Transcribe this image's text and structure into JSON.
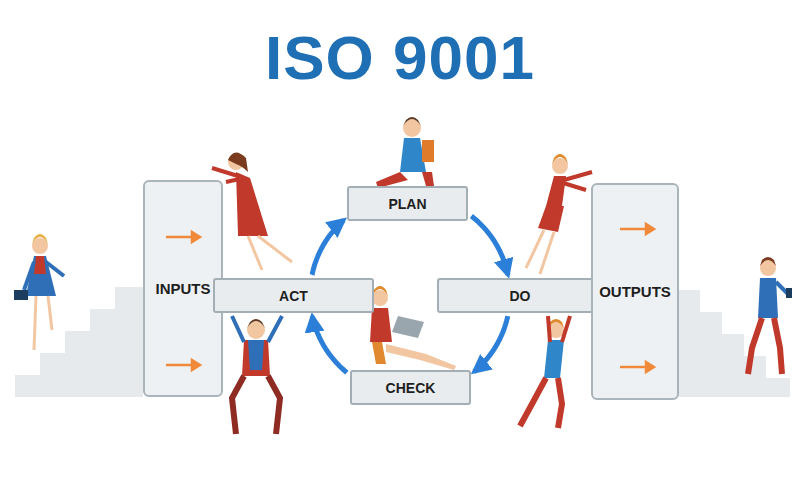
{
  "diagram": {
    "title": "ISO 9001",
    "nodes": [
      {
        "text": [
          "INPUTS"
        ]
      },
      {
        "text": [
          "PLAN"
        ]
      },
      {
        "text": [
          "ACT"
        ]
      },
      {
        "text": [
          "DO"
        ]
      },
      {
        "text": [
          "CHECK"
        ]
      },
      {
        "text": [
          "OUTPUTS"
        ]
      }
    ],
    "edges": [
      {
        "from": 1,
        "to": 3,
        "arrow": "to"
      },
      {
        "from": 3,
        "to": 4,
        "arrow": "to"
      },
      {
        "from": 4,
        "to": 2,
        "arrow": "to"
      },
      {
        "from": 2,
        "to": 1,
        "arrow": "to"
      }
    ]
  }
}
